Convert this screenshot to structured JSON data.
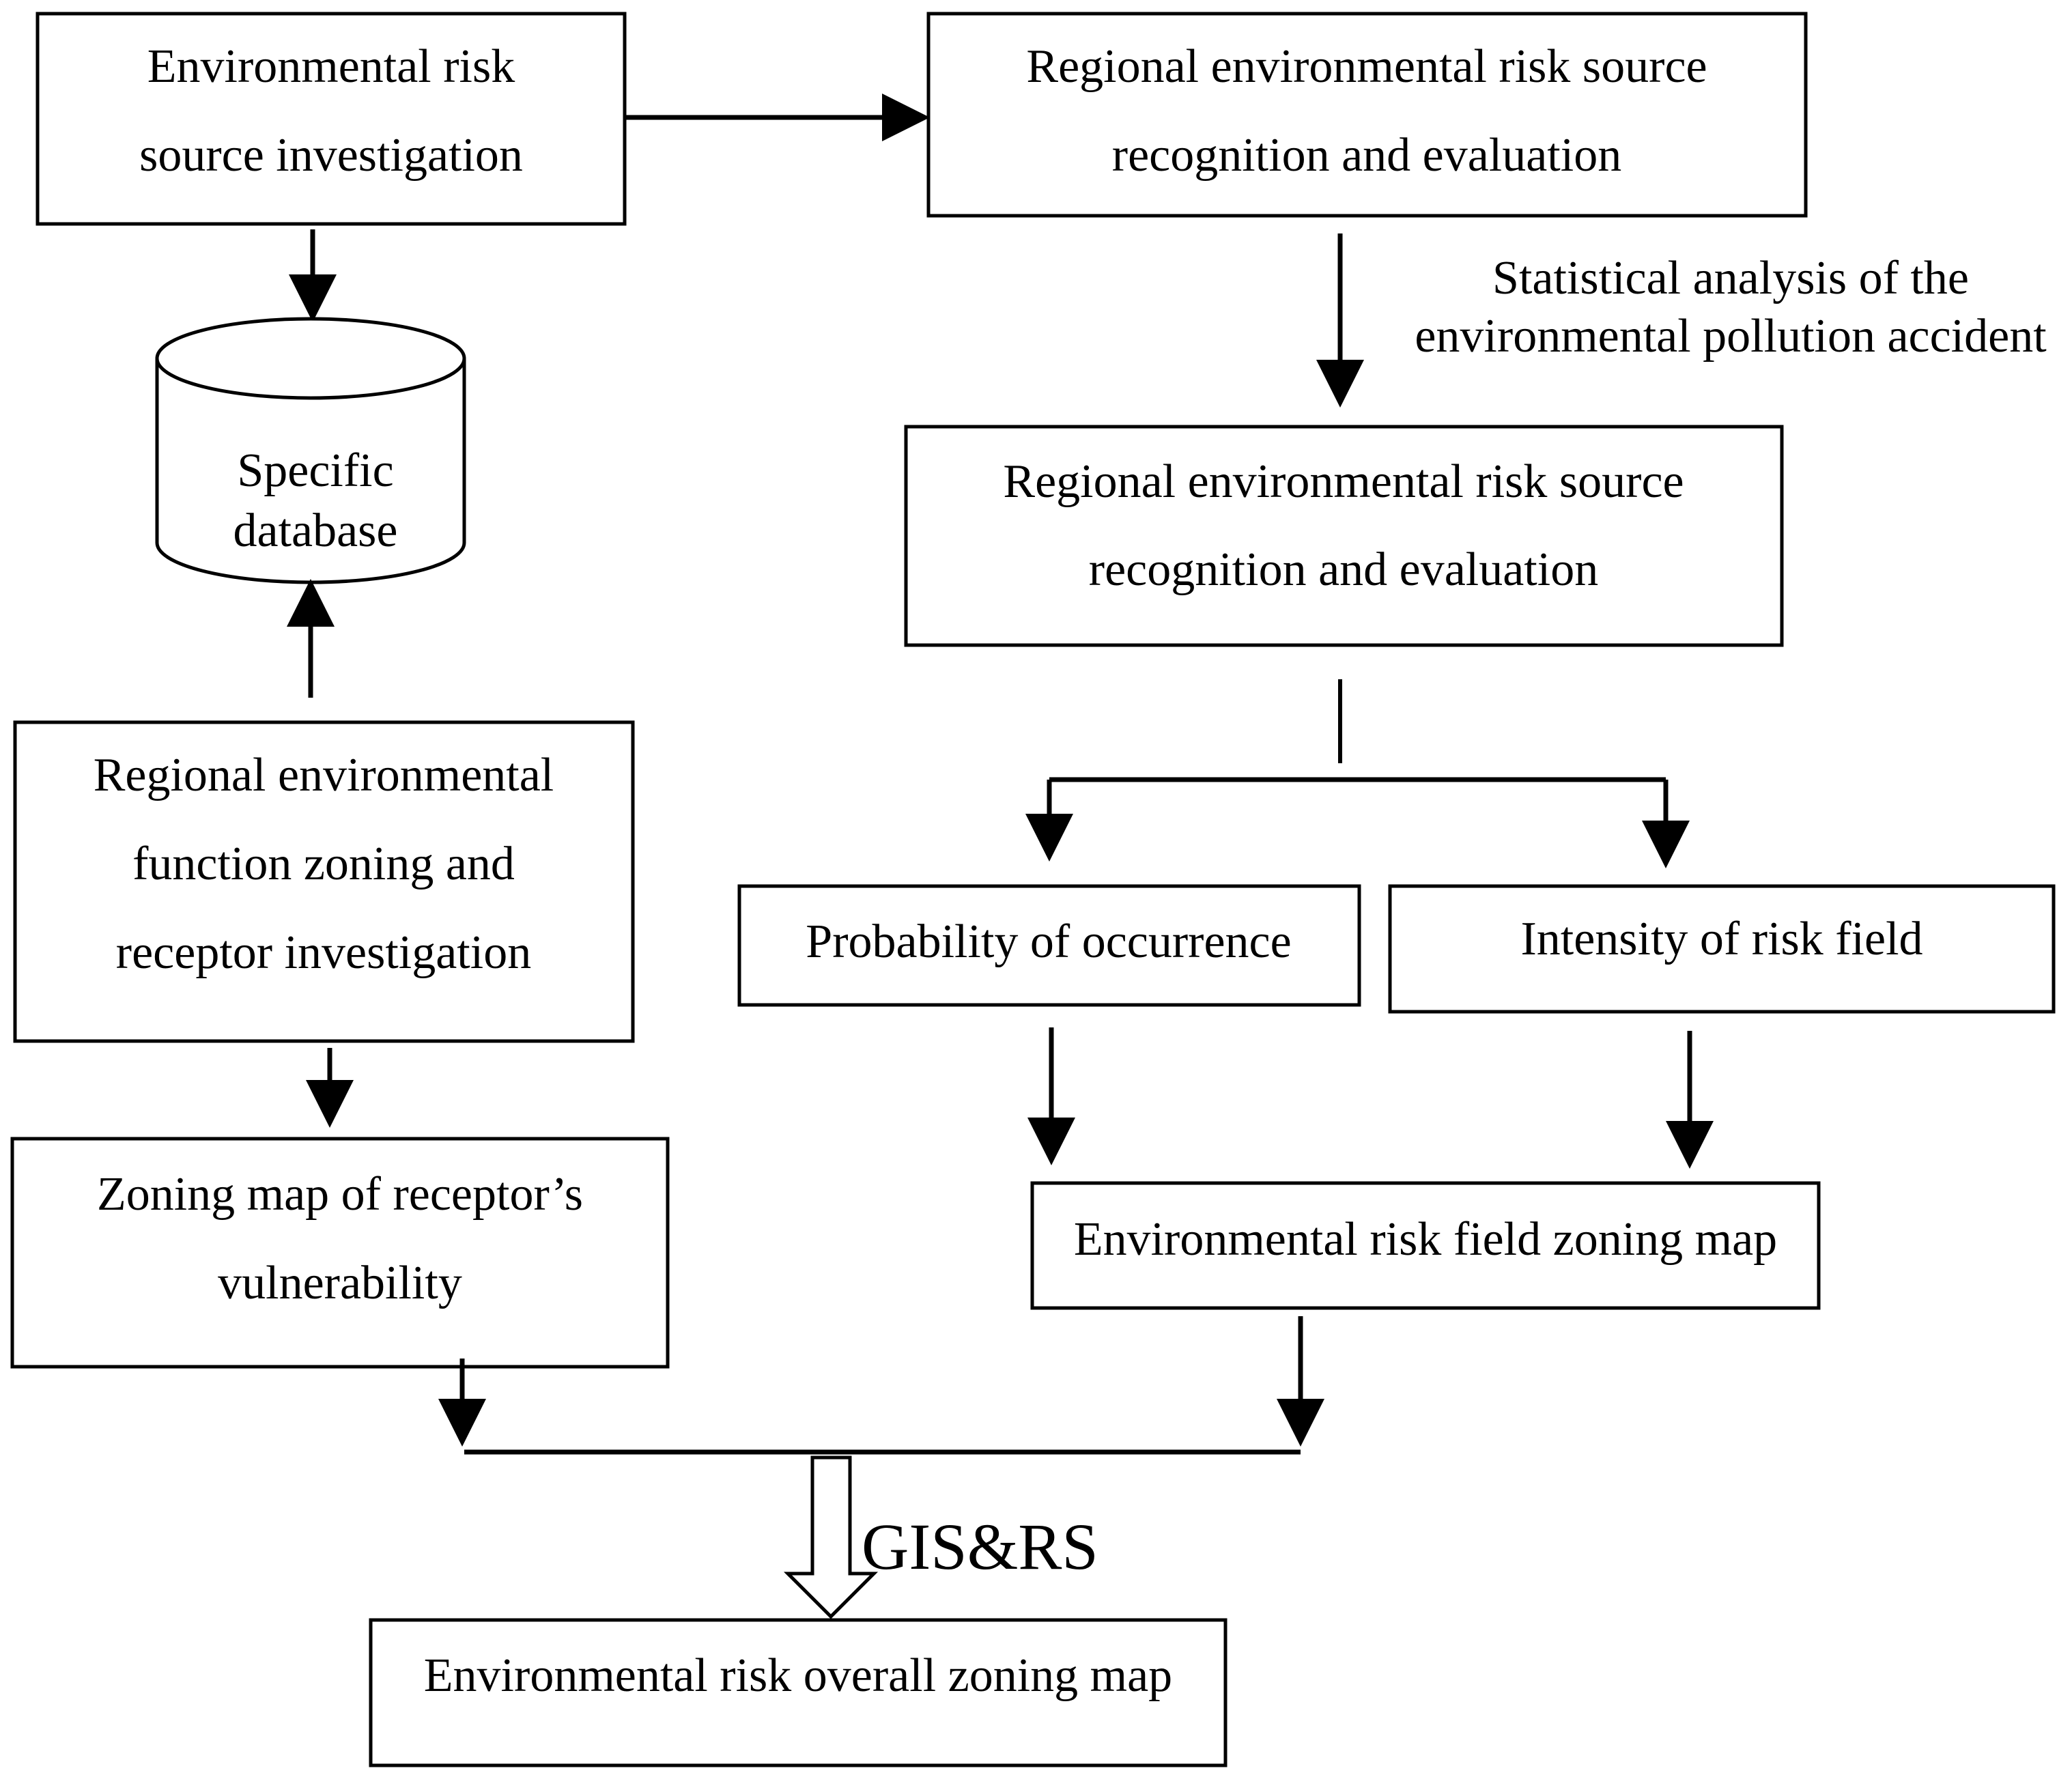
{
  "boxes": {
    "risk_source_investigation": [
      "Environmental risk",
      "source investigation"
    ],
    "recognition_top": [
      "Regional environmental risk source",
      "recognition and evaluation"
    ],
    "database": [
      "Specific",
      "database"
    ],
    "recognition_mid": [
      "Regional environmental risk source",
      "recognition and evaluation"
    ],
    "function_zoning": [
      "Regional environmental",
      "function zoning and",
      "receptor investigation"
    ],
    "probability": "Probability of occurrence",
    "intensity": "Intensity of risk field",
    "vulnerability_map": [
      "Zoning map of receptor’s",
      "vulnerability"
    ],
    "risk_field_map": "Environmental risk field zoning map",
    "overall_map": "Environmental risk overall zoning map"
  },
  "labels": {
    "statistical": [
      "Statistical analysis of the",
      "environmental pollution accident"
    ],
    "gis": "GIS&RS"
  }
}
